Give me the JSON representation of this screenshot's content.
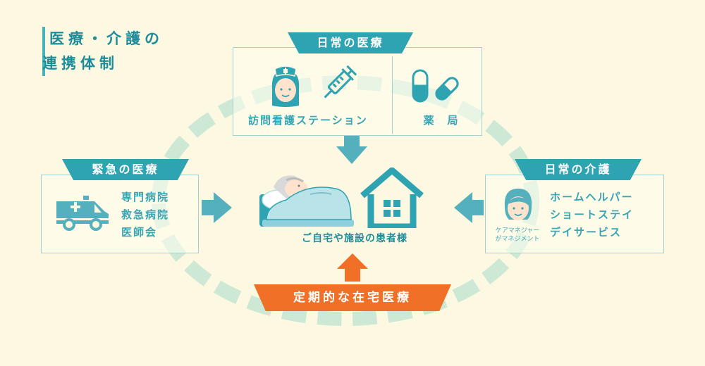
{
  "title": {
    "line1": "医療・介護の",
    "line2": "連携体制"
  },
  "daily_medical": {
    "tag": "日常の医療",
    "visiting_nurse": "訪問看護ステーション",
    "pharmacy": "薬　局"
  },
  "emergency": {
    "tag": "緊急の医療",
    "items": [
      "専門病院",
      "救急病院",
      "医師会"
    ]
  },
  "daily_care": {
    "tag": "日常の介護",
    "care_manager": [
      "ケアマネジャー",
      "がマネジメント"
    ],
    "items": [
      "ホームヘルパー",
      "ショートステイ",
      "デイサービス"
    ]
  },
  "center": {
    "label": "ご自宅や施設の患者様"
  },
  "regular": {
    "tag": "定期的な在宅医療"
  },
  "colors": {
    "teal": "#2ea3b1",
    "teal_light": "#9fd2d3",
    "orange": "#ef7026",
    "background": "#fcf8e1",
    "dashed_ring": "#cde8d4"
  }
}
